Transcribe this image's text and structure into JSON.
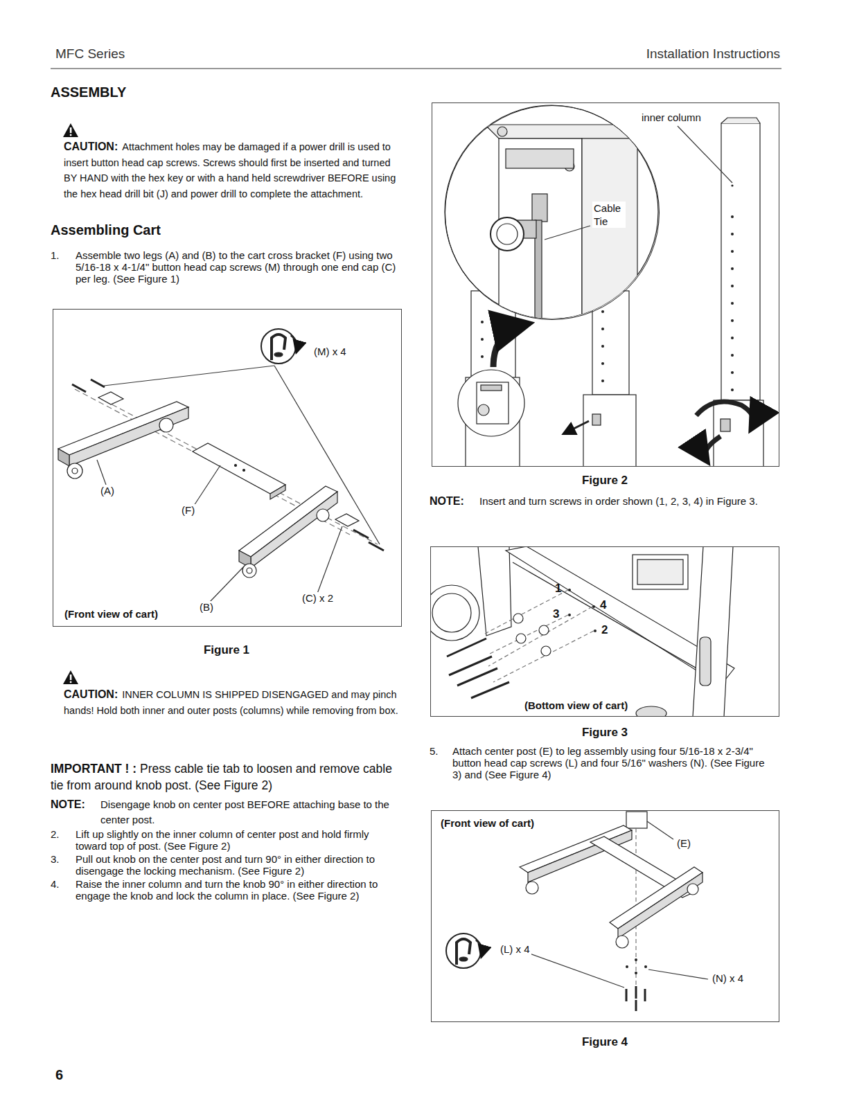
{
  "diagram": {
    "title": "ASSEMBLY",
    "nodes": [
      {
        "text": [
          "(Front view of cart)"
        ]
      },
      {
        "text": [
          "inner column"
        ]
      },
      {
        "text": [
          "Cable Tie"
        ],
        "in": 1
      },
      {
        "text": [
          "(Bottom view of cart)"
        ]
      },
      {
        "text": [
          "(Front view of cart)"
        ]
      }
    ],
    "labels": [
      "MFC Series",
      "Installation Instructions",
      "CAUTION:",
      "Attachment holes may be damaged if a power drill is used to insert button head cap screws. Screws should first be inserted and turned BY HAND with the hex key or with a hand held screwdriver BEFORE using the hex head drill bit (J) and power drill to complete the attachment.",
      "Assembling Cart",
      "1.",
      "Assemble two legs (A) and (B) to the cart cross bracket (F) using two 5/16-18 x 4-1/4\" button head cap screws (M) through one end cap (C) per leg. (See Figure 1)",
      "(M) x 4",
      "(A)",
      "(F)",
      "(B)",
      "(C) x 2",
      "Figure 1",
      "CAUTION:",
      "INNER COLUMN IS SHIPPED DISENGAGED and may pinch hands! Hold both inner and outer posts (columns) while removing from box.",
      "IMPORTANT ! :",
      "Press cable tie tab to loosen and remove cable tie from around knob post. (See Figure 2)",
      "NOTE:",
      "Disengage knob on center post BEFORE attaching base to the center post.",
      "2.",
      "Lift up slightly on the inner column of center post and hold firmly toward top of post. (See Figure 2)",
      "3.",
      "Pull out knob on the center post and turn 90° in either direction to disengage the locking mechanism. (See Figure 2)",
      "4.",
      "Raise the inner column and turn the knob 90° in either direction to engage the knob and lock the column in place. (See Figure 2)",
      "6",
      "Figure 2",
      "NOTE:",
      "Insert and turn screws in order shown (1, 2, 3, 4) in Figure 3.",
      "1",
      "3",
      "4",
      "2",
      "Figure 3",
      "5.",
      "Attach center post (E) to leg assembly using four 5/16-18 x 2-3/4\" button head cap screws (L) and four 5/16\" washers (N). (See Figure 3) and (See Figure 4)",
      "(E)",
      "(L) x 4",
      "(N) x 4",
      "Figure 4"
    ]
  }
}
